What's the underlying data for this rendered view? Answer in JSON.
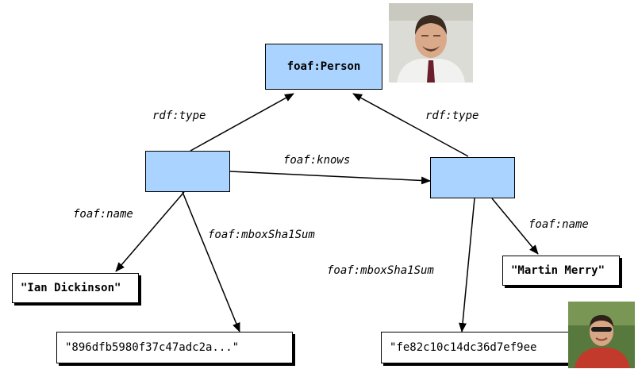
{
  "nodes": {
    "person_class": "foaf:Person"
  },
  "literals": {
    "ian_name": "\"Ian Dickinson\"",
    "ian_sha": "\"896dfb5980f37c47adc2a...\"",
    "martin_name": "\"Martin Merry\"",
    "martin_sha": "\"fe82c10c14dc36d7ef9ee"
  },
  "edges": {
    "type_left": "rdf:type",
    "type_right": "rdf:type",
    "knows": "foaf:knows",
    "name_left": "foaf:name",
    "sha_left": "foaf:mboxSha1Sum",
    "sha_right": "foaf:mboxSha1Sum",
    "name_right": "foaf:name"
  },
  "colors": {
    "node_fill": "#aad4ff",
    "stroke": "#000000"
  }
}
